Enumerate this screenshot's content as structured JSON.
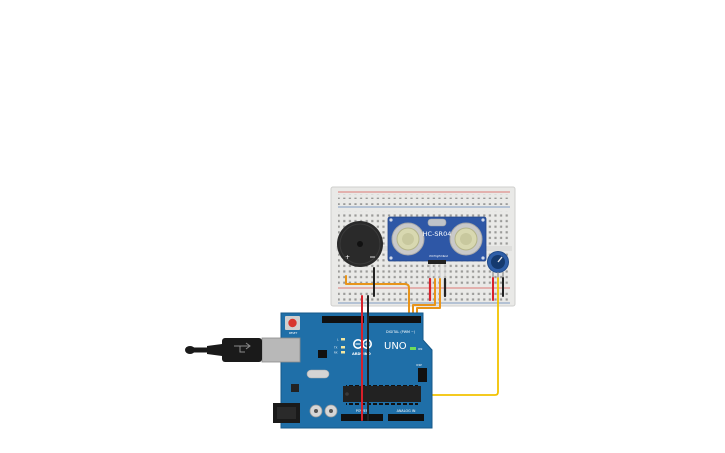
{
  "colors": {
    "background": "#ffffff",
    "breadboard": "#e9e9e7",
    "rail_red": "#d9534f",
    "rail_blue": "#5b7fb5",
    "arduino_board": "#1f6fa8",
    "sensor_board": "#2e57a6",
    "buzzer": "#2a2a2a",
    "wire_orange": "#e8941a",
    "wire_red": "#d8202a",
    "wire_black": "#222222",
    "wire_yellow": "#f2c200",
    "usb_plug": "#1a1a1a"
  },
  "breadboard": {
    "name": "breadboard"
  },
  "buzzer": {
    "plus_label": "+"
  },
  "sensor": {
    "model": "HC-SR04",
    "pin_labels": [
      "VCC",
      "Trig",
      "Echo",
      "Gnd"
    ]
  },
  "potentiometer": {
    "name": "potentiometer"
  },
  "arduino": {
    "model_label": "UNO",
    "brand_label": "ARDUINO",
    "digital_label": "DIGITAL (PWM ~)",
    "power_label": "POWER",
    "analog_label": "ANALOG IN",
    "on_label": "ON",
    "tx_label": "TX",
    "rx_label": "RX",
    "l_label": "L",
    "reset_label": "RESET",
    "icsp_label": "ICSP"
  }
}
